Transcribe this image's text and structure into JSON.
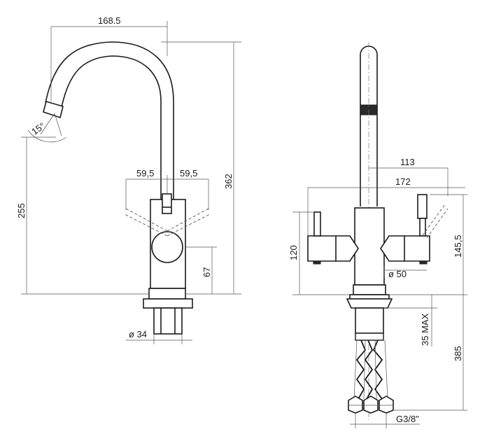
{
  "side_view": {
    "dims": {
      "reach": "168.5",
      "angle": "15°",
      "lever_left": "59,5",
      "lever_right": "59,5",
      "total_height": "362",
      "spout_height": "255",
      "body_height": "67",
      "base_diameter": "ø 34"
    }
  },
  "front_view": {
    "dims": {
      "spout_offset": "113",
      "width": "172",
      "body_height": "120",
      "handle_height": "145,5",
      "body_diameter": "ø 50",
      "max_thickness": "35 MAX",
      "hose_length": "385",
      "thread": "G3/8\""
    }
  }
}
